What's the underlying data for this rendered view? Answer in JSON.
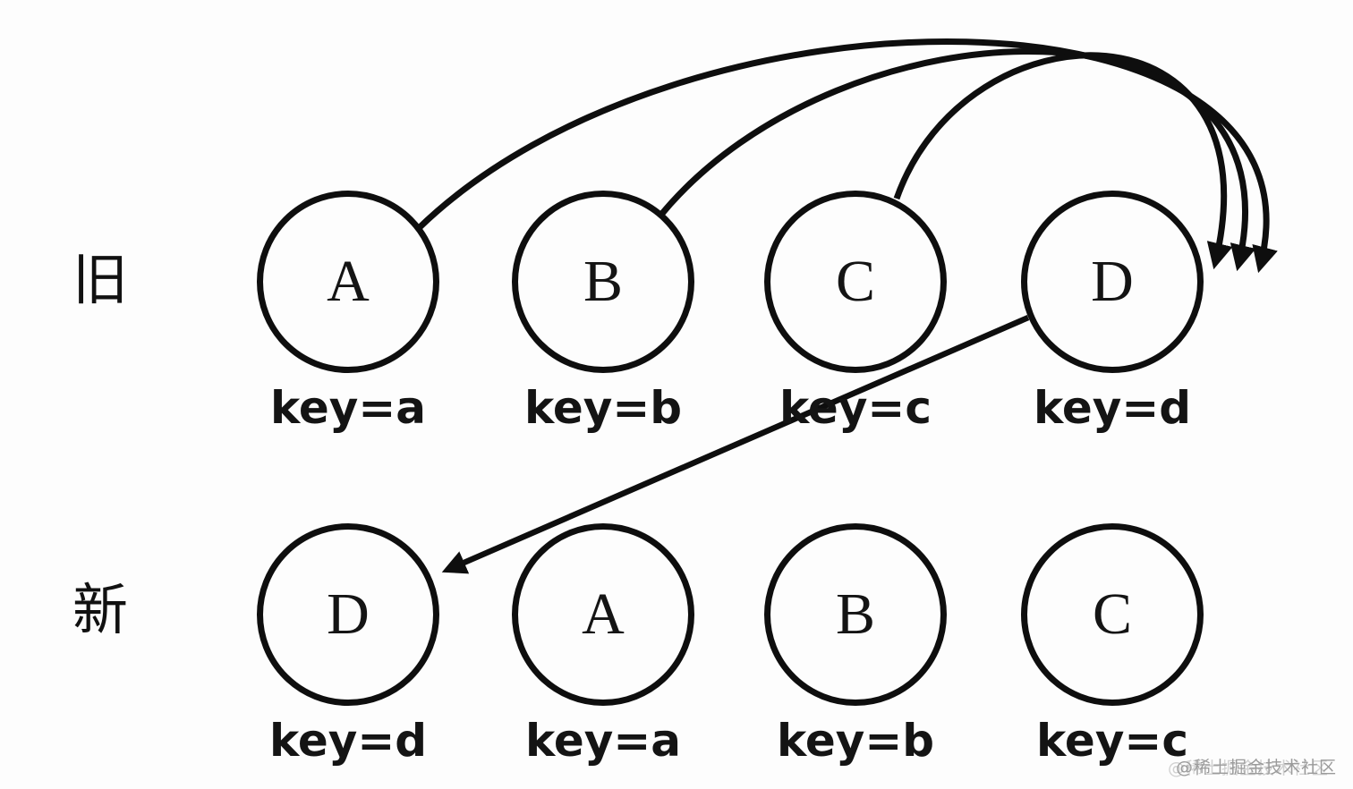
{
  "diagram": {
    "old_row": {
      "label": "旧",
      "nodes": [
        {
          "letter": "A",
          "key": "key=a"
        },
        {
          "letter": "B",
          "key": "key=b"
        },
        {
          "letter": "C",
          "key": "key=c"
        },
        {
          "letter": "D",
          "key": "key=d"
        }
      ]
    },
    "new_row": {
      "label": "新",
      "nodes": [
        {
          "letter": "D",
          "key": "key=d"
        },
        {
          "letter": "A",
          "key": "key=a"
        },
        {
          "letter": "B",
          "key": "key=b"
        },
        {
          "letter": "C",
          "key": "key=c"
        }
      ]
    },
    "arrows": [
      {
        "from": "old-A",
        "to": "position-after-old-D",
        "style": "curved"
      },
      {
        "from": "old-B",
        "to": "position-after-old-D",
        "style": "curved"
      },
      {
        "from": "old-C",
        "to": "position-after-old-D",
        "style": "curved"
      },
      {
        "from": "old-D",
        "to": "new-D",
        "style": "straight"
      }
    ],
    "colors": {
      "ink": "#0e0e0e",
      "watermark": "#9b9b9b",
      "background": "#fdfdfd"
    },
    "watermark": "@稀土掘金技术社区"
  }
}
